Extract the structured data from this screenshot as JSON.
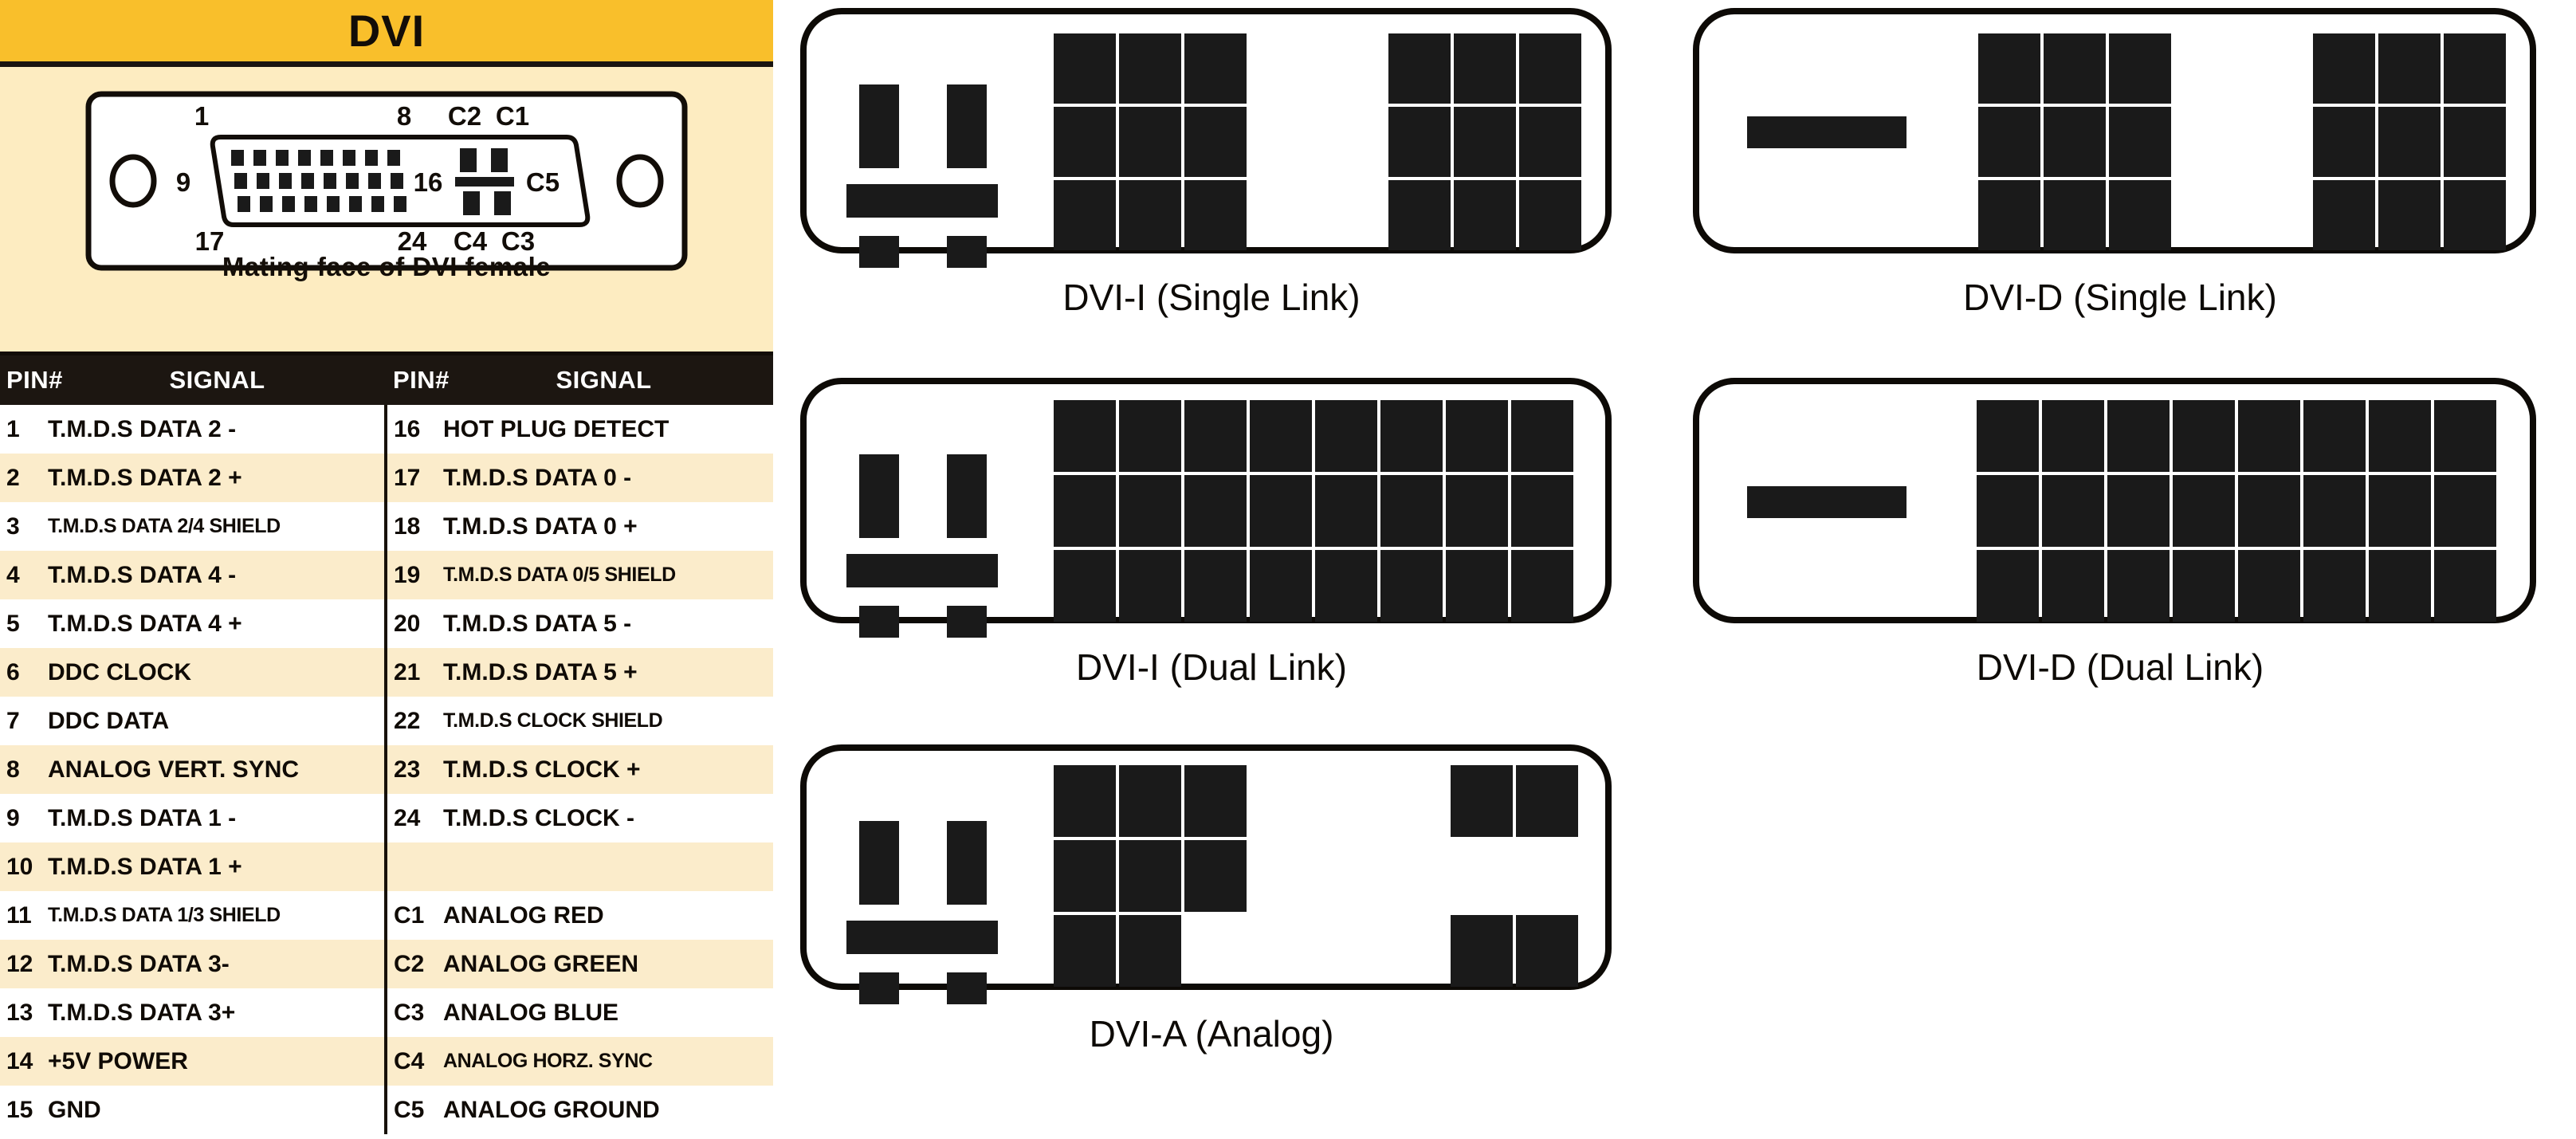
{
  "banner": {
    "title": "DVI"
  },
  "connector_illustration": {
    "caption": "Mating face of DVI female",
    "labels": {
      "top_left": "1",
      "top_mid": "8",
      "top_c2": "C2",
      "top_c1": "C1",
      "left_mid": "9",
      "right_mid_num": "16",
      "right_c5": "C5",
      "bottom_left": "17",
      "bottom_mid": "24",
      "bottom_c4": "C4",
      "bottom_c3": "C3"
    }
  },
  "table": {
    "headers": {
      "pin": "PIN#",
      "signal": "SIGNAL"
    },
    "rows": [
      {
        "l_pin": "1",
        "l_sig": "T.M.D.S DATA 2 -",
        "l_small": false,
        "r_pin": "16",
        "r_sig": "HOT PLUG DETECT",
        "r_small": false,
        "alt": false
      },
      {
        "l_pin": "2",
        "l_sig": "T.M.D.S DATA 2 +",
        "l_small": false,
        "r_pin": "17",
        "r_sig": "T.M.D.S DATA 0 -",
        "r_small": false,
        "alt": true
      },
      {
        "l_pin": "3",
        "l_sig": "T.M.D.S DATA 2/4 SHIELD",
        "l_small": true,
        "r_pin": "18",
        "r_sig": "T.M.D.S DATA 0 +",
        "r_small": false,
        "alt": false
      },
      {
        "l_pin": "4",
        "l_sig": "T.M.D.S DATA 4 -",
        "l_small": false,
        "r_pin": "19",
        "r_sig": "T.M.D.S DATA 0/5 SHIELD",
        "r_small": true,
        "alt": true
      },
      {
        "l_pin": "5",
        "l_sig": "T.M.D.S DATA 4 +",
        "l_small": false,
        "r_pin": "20",
        "r_sig": "T.M.D.S DATA 5 -",
        "r_small": false,
        "alt": false
      },
      {
        "l_pin": "6",
        "l_sig": "DDC CLOCK",
        "l_small": false,
        "r_pin": "21",
        "r_sig": "T.M.D.S DATA 5 +",
        "r_small": false,
        "alt": true
      },
      {
        "l_pin": "7",
        "l_sig": "DDC DATA",
        "l_small": false,
        "r_pin": "22",
        "r_sig": "T.M.D.S CLOCK SHIELD",
        "r_small": true,
        "alt": false
      },
      {
        "l_pin": "8",
        "l_sig": "ANALOG VERT. SYNC",
        "l_small": false,
        "r_pin": "23",
        "r_sig": "T.M.D.S CLOCK +",
        "r_small": false,
        "alt": true
      },
      {
        "l_pin": "9",
        "l_sig": "T.M.D.S DATA 1 -",
        "l_small": false,
        "r_pin": "24",
        "r_sig": "T.M.D.S CLOCK -",
        "r_small": false,
        "alt": false
      },
      {
        "l_pin": "10",
        "l_sig": "T.M.D.S DATA 1 +",
        "l_small": false,
        "r_pin": "",
        "r_sig": "",
        "r_small": false,
        "alt": true
      },
      {
        "l_pin": "11",
        "l_sig": "T.M.D.S DATA 1/3 SHIELD",
        "l_small": true,
        "r_pin": "C1",
        "r_sig": "ANALOG RED",
        "r_small": false,
        "alt": false
      },
      {
        "l_pin": "12",
        "l_sig": "T.M.D.S DATA 3-",
        "l_small": false,
        "r_pin": "C2",
        "r_sig": "ANALOG GREEN",
        "r_small": false,
        "alt": true
      },
      {
        "l_pin": "13",
        "l_sig": "T.M.D.S DATA 3+",
        "l_small": false,
        "r_pin": "C3",
        "r_sig": "ANALOG BLUE",
        "r_small": false,
        "alt": false
      },
      {
        "l_pin": "14",
        "l_sig": "+5V POWER",
        "l_small": false,
        "r_pin": "C4",
        "r_sig": "ANALOG HORZ. SYNC",
        "r_small": true,
        "alt": true
      },
      {
        "l_pin": "15",
        "l_sig": "GND",
        "l_small": false,
        "r_pin": "C5",
        "r_sig": "ANALOG GROUND",
        "r_small": false,
        "alt": false
      }
    ]
  },
  "connectors": [
    {
      "id": "dvi-i-single",
      "label": "DVI-I (Single Link)",
      "type": "DVI-I",
      "link": "single",
      "has_analog_pins": true,
      "flat_blade": "short",
      "digital_left_cols": 3,
      "digital_right_cols": 3,
      "rows": 3,
      "pin_count": 23
    },
    {
      "id": "dvi-d-single",
      "label": "DVI-D (Single Link)",
      "type": "DVI-D",
      "link": "single",
      "has_analog_pins": false,
      "flat_blade": "long",
      "digital_left_cols": 3,
      "digital_right_cols": 3,
      "rows": 3,
      "pin_count": 19
    },
    {
      "id": "dvi-i-dual",
      "label": "DVI-I (Dual Link)",
      "type": "DVI-I",
      "link": "dual",
      "has_analog_pins": true,
      "flat_blade": "short",
      "digital_cols": 8,
      "rows": 3,
      "pin_count": 29
    },
    {
      "id": "dvi-d-dual",
      "label": "DVI-D (Dual Link)",
      "type": "DVI-D",
      "link": "dual",
      "has_analog_pins": false,
      "flat_blade": "long",
      "digital_cols": 8,
      "rows": 3,
      "pin_count": 25
    },
    {
      "id": "dvi-a",
      "label": "DVI-A (Analog)",
      "type": "DVI-A",
      "link": "analog",
      "has_analog_pins": true,
      "flat_blade": "short",
      "digital_cols": 3,
      "rows": 3,
      "pin_count": 17
    }
  ],
  "colors": {
    "banner_gold": "#f9bf2b",
    "panel_cream": "#fdecc1",
    "row_alt_cream": "#fbeccb",
    "header_dark": "#1c1611",
    "pin_black": "#1a1a1a",
    "text_black": "#100b06"
  }
}
